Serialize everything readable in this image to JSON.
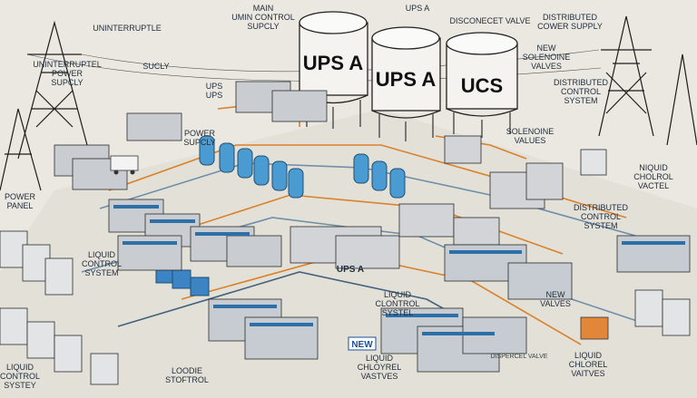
{
  "diagram": {
    "tank_labels": [
      "UPS A",
      "UPS A",
      "UCS"
    ],
    "labels": {
      "uninterruptible_top": "UNINTERRUPTLE",
      "uninterruptible_top_sub": "SUCLY",
      "uninterruptible_left": "UNINTERRUPTEL\nPOWER\nSUPCLY",
      "main_control": "MAIN\nUMIN CONTROL\nSUPCLY",
      "ups_a_header": "UPS A",
      "disconnect_valve": "DISCONECET VALVE",
      "distributed_cover": "DISTRIBUTED\nCOWER SUPPLY",
      "new_solenoid": "NEW\nSOLENOINE\nVALVES",
      "distributed_control_top": "DISTRIBUTED\nCONTROL\nSYSTEM",
      "ups_small": "UPS\nUPS",
      "power_supcly": "POWER\nSUPCLY",
      "solenoid_values": "SOLENOINE\nVALUES",
      "power_panel": "POWER\nPANEL",
      "liquid_chlorel_right": "NIQUID\nCHOLROL\nVACTEL",
      "distributed_control_mid": "DISTRIBUTED\nCONTROL\nSYSTEM",
      "liquid_control_left": "LIQUID\nCONTROL\nSYSTEM",
      "ups_a_mid": "UPS A",
      "liquid_clontrol": "LIQUID\nCLONTROL\nSYSTEL",
      "new_valves": "NEW\nVALVES",
      "new_badge": "NEW",
      "liquid_control_bottom_left": "LIQUID\nCONTROL\nSYSTEY",
      "loodie_stoftrol": "LOODIE\nSTOFTROL",
      "liquid_chlorel_bottom": "LIQUID\nCHLOYREL\nVASTVES",
      "liquid_chlorel_bottom_right": "LIQUID\nCHLOREL\nVAITVES",
      "dispersel_valve": "DISPERCEL VALVE"
    }
  }
}
